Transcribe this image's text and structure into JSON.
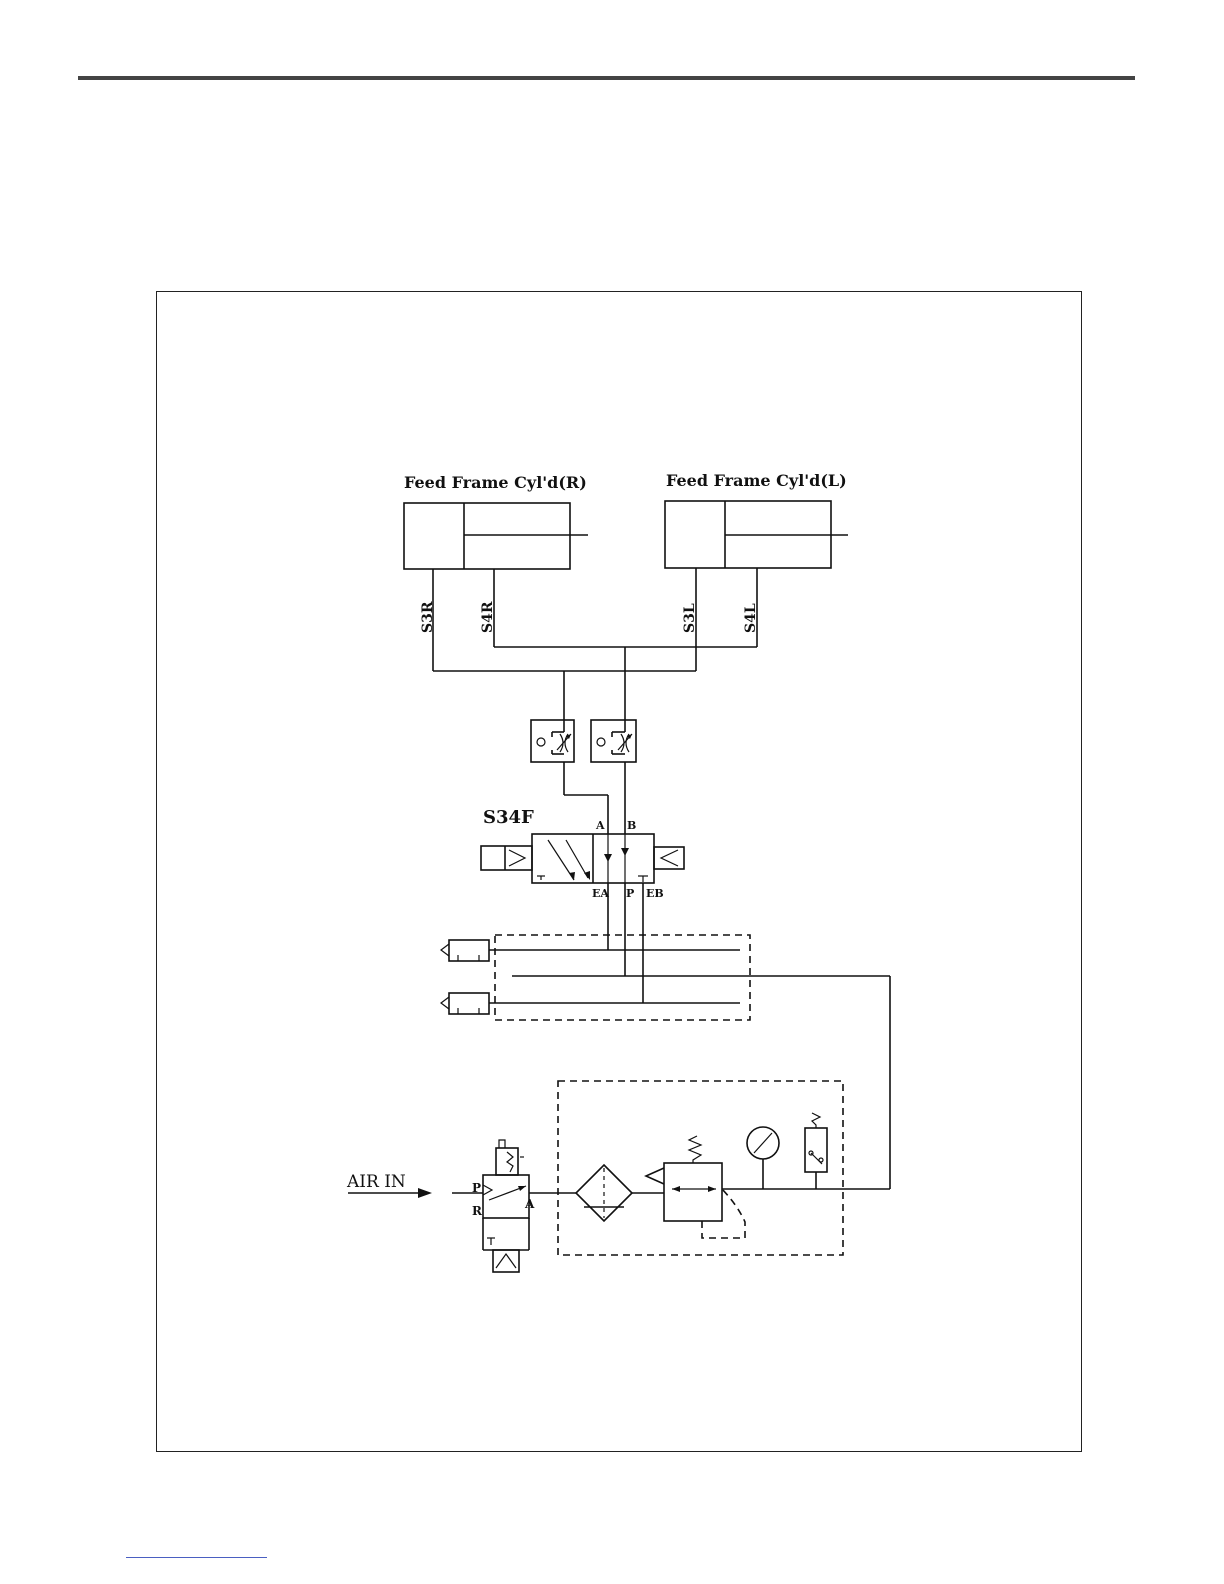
{
  "diagram": {
    "cylinders": {
      "right": {
        "label": "Feed Frame Cyl'd(R)"
      },
      "left": {
        "label": "Feed Frame Cyl'd(L)"
      }
    },
    "ports": {
      "s3r": "S3R",
      "s4r": "S4R",
      "s3l": "S3L",
      "s4l": "S4L"
    },
    "valve": {
      "label": "S34F",
      "port_a": "A",
      "port_b": "B",
      "port_ea": "EA",
      "port_p": "P",
      "port_eb": "EB"
    },
    "inlet": {
      "label": "AIR IN",
      "port_p": "P",
      "port_r": "R",
      "port_a": "A"
    }
  }
}
